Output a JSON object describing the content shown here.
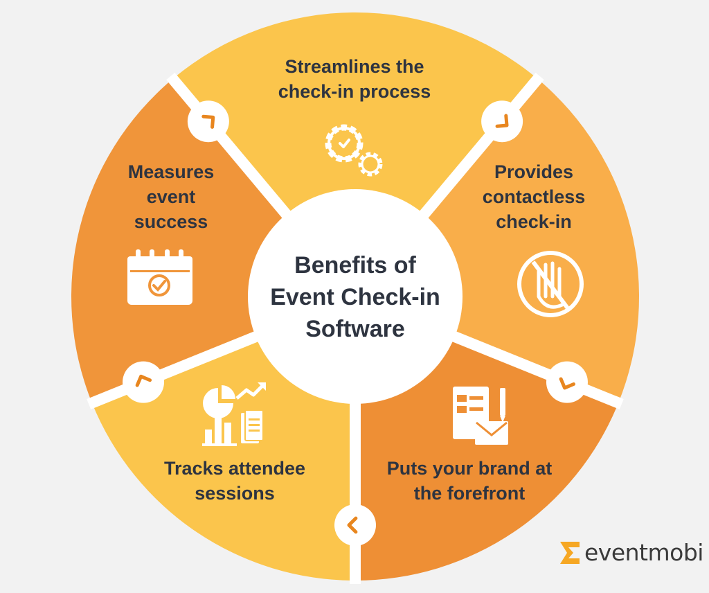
{
  "center": {
    "line1": "Benefits of",
    "line2": "Event Check-in",
    "line3": "Software"
  },
  "segments": [
    {
      "id": "streamlines",
      "lines": [
        "Streamlines the",
        "check-in process"
      ],
      "color": "#fbc54c",
      "icon": "gears-icon"
    },
    {
      "id": "contactless",
      "lines": [
        "Provides",
        "contactless",
        "check-in"
      ],
      "color": "#f9ae4a",
      "icon": "no-touch-icon"
    },
    {
      "id": "brand",
      "lines": [
        "Puts your brand at",
        "the forefront"
      ],
      "color": "#ee8f35",
      "icon": "branded-materials-icon"
    },
    {
      "id": "tracks",
      "lines": [
        "Tracks attendee",
        "sessions"
      ],
      "color": "#fbc54c",
      "icon": "analytics-icon"
    },
    {
      "id": "measures",
      "lines": [
        "Measures",
        "event",
        "success"
      ],
      "color": "#f0953a",
      "icon": "calendar-check-icon"
    }
  ],
  "colors": {
    "background": "#f2f2f2",
    "divider": "#ffffff",
    "center_fill": "#ffffff",
    "text": "#2e3440",
    "chevron": "#e8861f",
    "logo_mark": "#f6a723"
  },
  "brand": {
    "name": "eventmobi",
    "icon": "eventmobi-logo-icon"
  }
}
